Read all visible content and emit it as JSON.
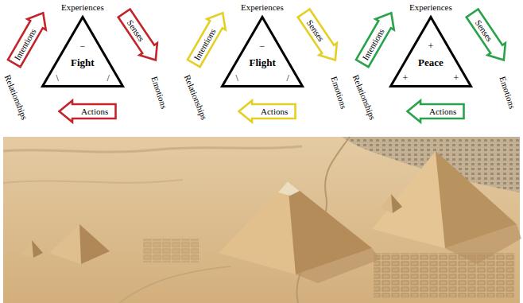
{
  "diagram": {
    "nodes": [
      {
        "text": [
          "Fight",
          "−",
          "\\",
          "/"
        ]
      },
      {
        "text": [
          "Senses"
        ]
      },
      {
        "text": [
          "Actions"
        ]
      },
      {
        "text": [
          "Intentions"
        ]
      },
      {
        "text": [
          "Flight",
          "−",
          "\\",
          "/"
        ]
      },
      {
        "text": [
          "Senses"
        ]
      },
      {
        "text": [
          "Actions"
        ]
      },
      {
        "text": [
          "Intentions"
        ]
      },
      {
        "text": [
          "Peace",
          "+",
          "+",
          "+"
        ]
      },
      {
        "text": [
          "Senses"
        ]
      },
      {
        "text": [
          "Actions"
        ]
      },
      {
        "text": [
          "Intentions"
        ]
      }
    ],
    "labels": [
      "Experiences",
      "Emotions",
      "Relationships",
      "Experiences",
      "Emotions",
      "Relationships",
      "Experiences",
      "Emotions",
      "Relationships"
    ]
  }
}
